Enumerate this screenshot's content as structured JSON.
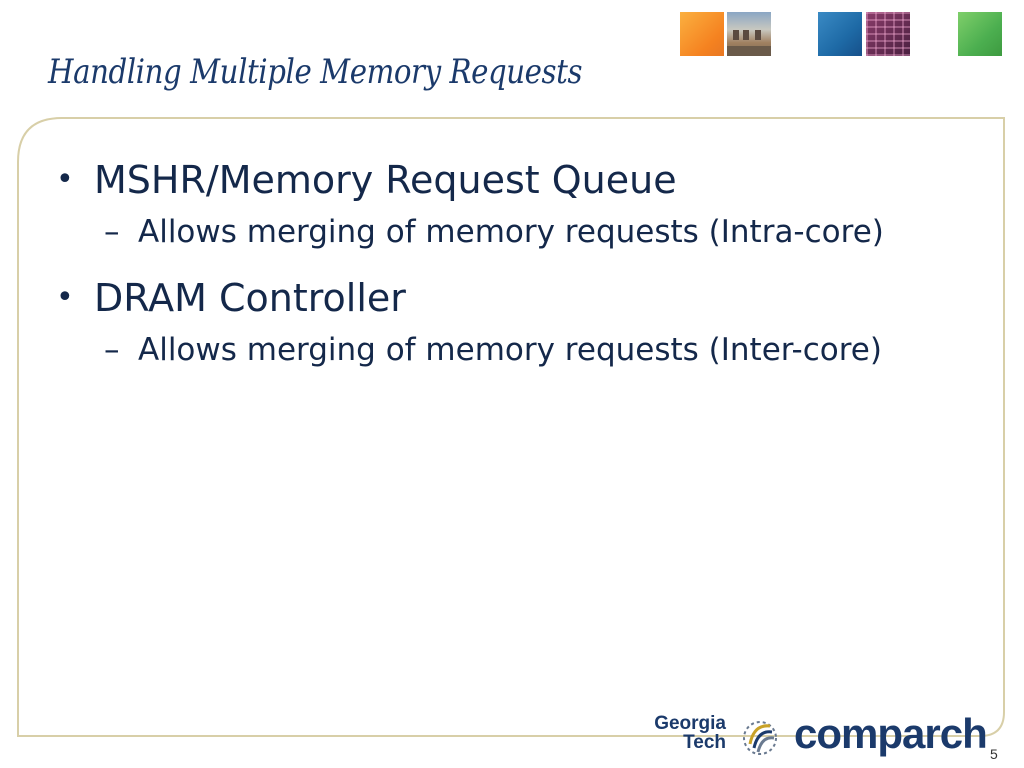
{
  "slide": {
    "title": "Handling Multiple Memory Requests",
    "page_number": "5"
  },
  "bullets": [
    {
      "text": "MSHR/Memory Request Queue",
      "sub": "Allows merging of memory requests (Intra-core)"
    },
    {
      "text": "DRAM Controller",
      "sub": "Allows merging of memory requests (Inter-core)"
    }
  ],
  "bullet_glyph": "•",
  "sub_glyph": "–",
  "logos": {
    "georgia_tech_line1": "Georgia",
    "georgia_tech_line2": "Tech",
    "comparch": "comparch"
  },
  "colors": {
    "title": "#1b3a6b",
    "body_text": "#14284a",
    "frame_border": "#d8cfa8",
    "thumb_orange": "#f58220",
    "thumb_blue": "#1e6aa6",
    "thumb_green": "#4caf50"
  }
}
